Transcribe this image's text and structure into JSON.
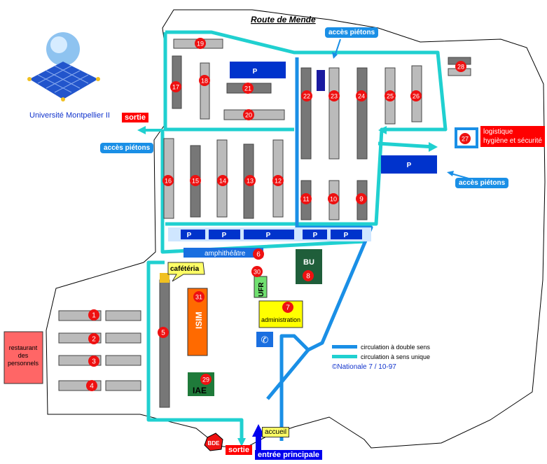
{
  "road_name": "Route de Mende",
  "university_name": "Université Montpellier II",
  "pedestrian_access_labels": [
    "accès piétons",
    "accès piétons",
    "accès piétons"
  ],
  "exit_labels": [
    "sortie",
    "sortie"
  ],
  "main_entrance": "entrée principale",
  "reception": "accueil",
  "parking_label": "P",
  "buildings": {
    "amphitheatre": "amphithéâtre",
    "cafeteria": "cafétéria",
    "bu": "BU",
    "isim": "ISIM",
    "ufr": "UFR",
    "administration": "administration",
    "iae": "IAE",
    "logistics": "logistique hygiène et sécurité",
    "restaurant": "restaurant des personnels",
    "bde": "BDE"
  },
  "markers": [
    "1",
    "2",
    "3",
    "4",
    "5",
    "6",
    "7",
    "8",
    "9",
    "10",
    "11",
    "12",
    "13",
    "14",
    "15",
    "16",
    "17",
    "18",
    "19",
    "20",
    "21",
    "22",
    "23",
    "24",
    "25",
    "26",
    "27",
    "28",
    "29",
    "30",
    "31"
  ],
  "legend": {
    "double": "circulation à double sens",
    "single": "circulation à sens unique",
    "credit": "©Nationale 7 / 10-97"
  },
  "colors": {
    "double_road": "#1a8fe6",
    "single_road": "#20d0d0",
    "marker": "#ee1111",
    "parking": "#0033cc",
    "bu": "#1f5e3a",
    "isim": "#ff6a00",
    "ufr": "#70e070",
    "admin": "#ffff00",
    "restaurant": "#ff6666"
  }
}
